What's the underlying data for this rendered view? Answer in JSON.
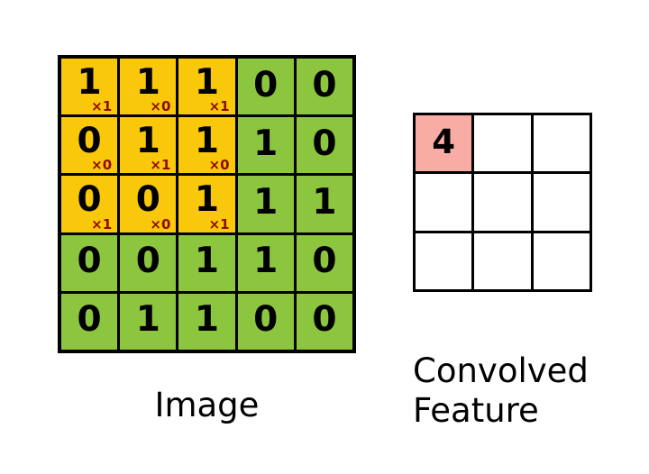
{
  "image_grid": {
    "label": "Image",
    "rows": 5,
    "cols": 5,
    "colors": {
      "highlight": "#FAC80A",
      "normal": "#8CC63F",
      "border": "#000000",
      "multiplier_text": "#8E0B00"
    },
    "values": [
      [
        "1",
        "1",
        "1",
        "0",
        "0"
      ],
      [
        "0",
        "1",
        "1",
        "1",
        "0"
      ],
      [
        "0",
        "0",
        "1",
        "1",
        "1"
      ],
      [
        "0",
        "0",
        "1",
        "1",
        "0"
      ],
      [
        "0",
        "1",
        "1",
        "0",
        "0"
      ]
    ],
    "kernel_overlay": {
      "origin_row": 0,
      "origin_col": 0,
      "rows": 3,
      "cols": 3,
      "multipliers": [
        [
          "×1",
          "×0",
          "×1"
        ],
        [
          "×0",
          "×1",
          "×0"
        ],
        [
          "×1",
          "×0",
          "×1"
        ]
      ]
    }
  },
  "feature_grid": {
    "label_line1": "Convolved",
    "label_line2": "Feature",
    "rows": 3,
    "cols": 3,
    "colors": {
      "active": "#F9ACA4",
      "empty": "#FFFFFF",
      "border": "#000000"
    },
    "values": [
      [
        "4",
        "",
        ""
      ],
      [
        "",
        "",
        ""
      ],
      [
        "",
        "",
        ""
      ]
    ]
  }
}
